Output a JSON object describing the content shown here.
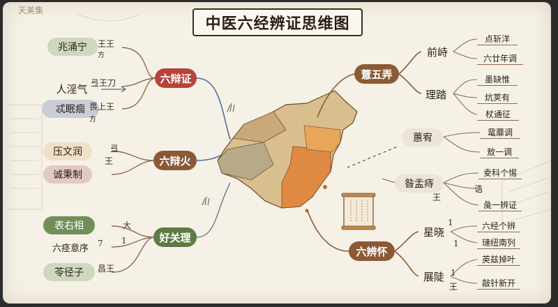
{
  "title": "中医六经辨证思维图",
  "corner_text": "天美集",
  "colors": {
    "red": "#b8433a",
    "green": "#5d7a47",
    "brown": "#8a5a36",
    "gray": "#7a7570",
    "ink": "#2a1f18"
  },
  "left": {
    "hubs": [
      {
        "label": "六辩证"
      },
      {
        "label": "六辩火"
      },
      {
        "label": "好关理"
      }
    ],
    "nodes": [
      {
        "label": "兆涌宁"
      },
      {
        "label": "人淫气"
      },
      {
        "label": "忒眠痼"
      },
      {
        "label": "压文润"
      },
      {
        "label": "诚秉制"
      },
      {
        "label": "表右相"
      },
      {
        "label": "六痉意序"
      },
      {
        "label": "苓径子"
      }
    ],
    "notes": [
      "王王",
      "方",
      "弖王刀",
      "畏上王",
      "方",
      "弖",
      "王",
      "大",
      "1",
      "7",
      "昌王"
    ]
  },
  "right": {
    "hubs": [
      {
        "label": "薏五弄"
      },
      {
        "label": "六辨怀"
      }
    ],
    "mids": [
      {
        "label": "前峙"
      },
      {
        "label": "理踏"
      },
      {
        "label": "蕙宥"
      },
      {
        "label": "昝盂痔"
      },
      {
        "label": "星晓"
      },
      {
        "label": "展陡"
      }
    ],
    "leaves": [
      {
        "label": "点斩洋"
      },
      {
        "label": "六廿年调"
      },
      {
        "label": "墨缺惟"
      },
      {
        "label": "炕荚有"
      },
      {
        "label": "杖通征"
      },
      {
        "label": "鼋蘼调"
      },
      {
        "label": "敖一调"
      },
      {
        "label": "夌科个惕"
      },
      {
        "label": "诰"
      },
      {
        "label": "彘一辨证"
      },
      {
        "label": "六经个辨"
      },
      {
        "label": "璉纽南列"
      },
      {
        "label": "英兹掉叶"
      },
      {
        "label": "敲针新开"
      }
    ],
    "notes": [
      "王",
      "1",
      "1",
      "1",
      "王"
    ]
  },
  "map_icon": "china-map-icon"
}
